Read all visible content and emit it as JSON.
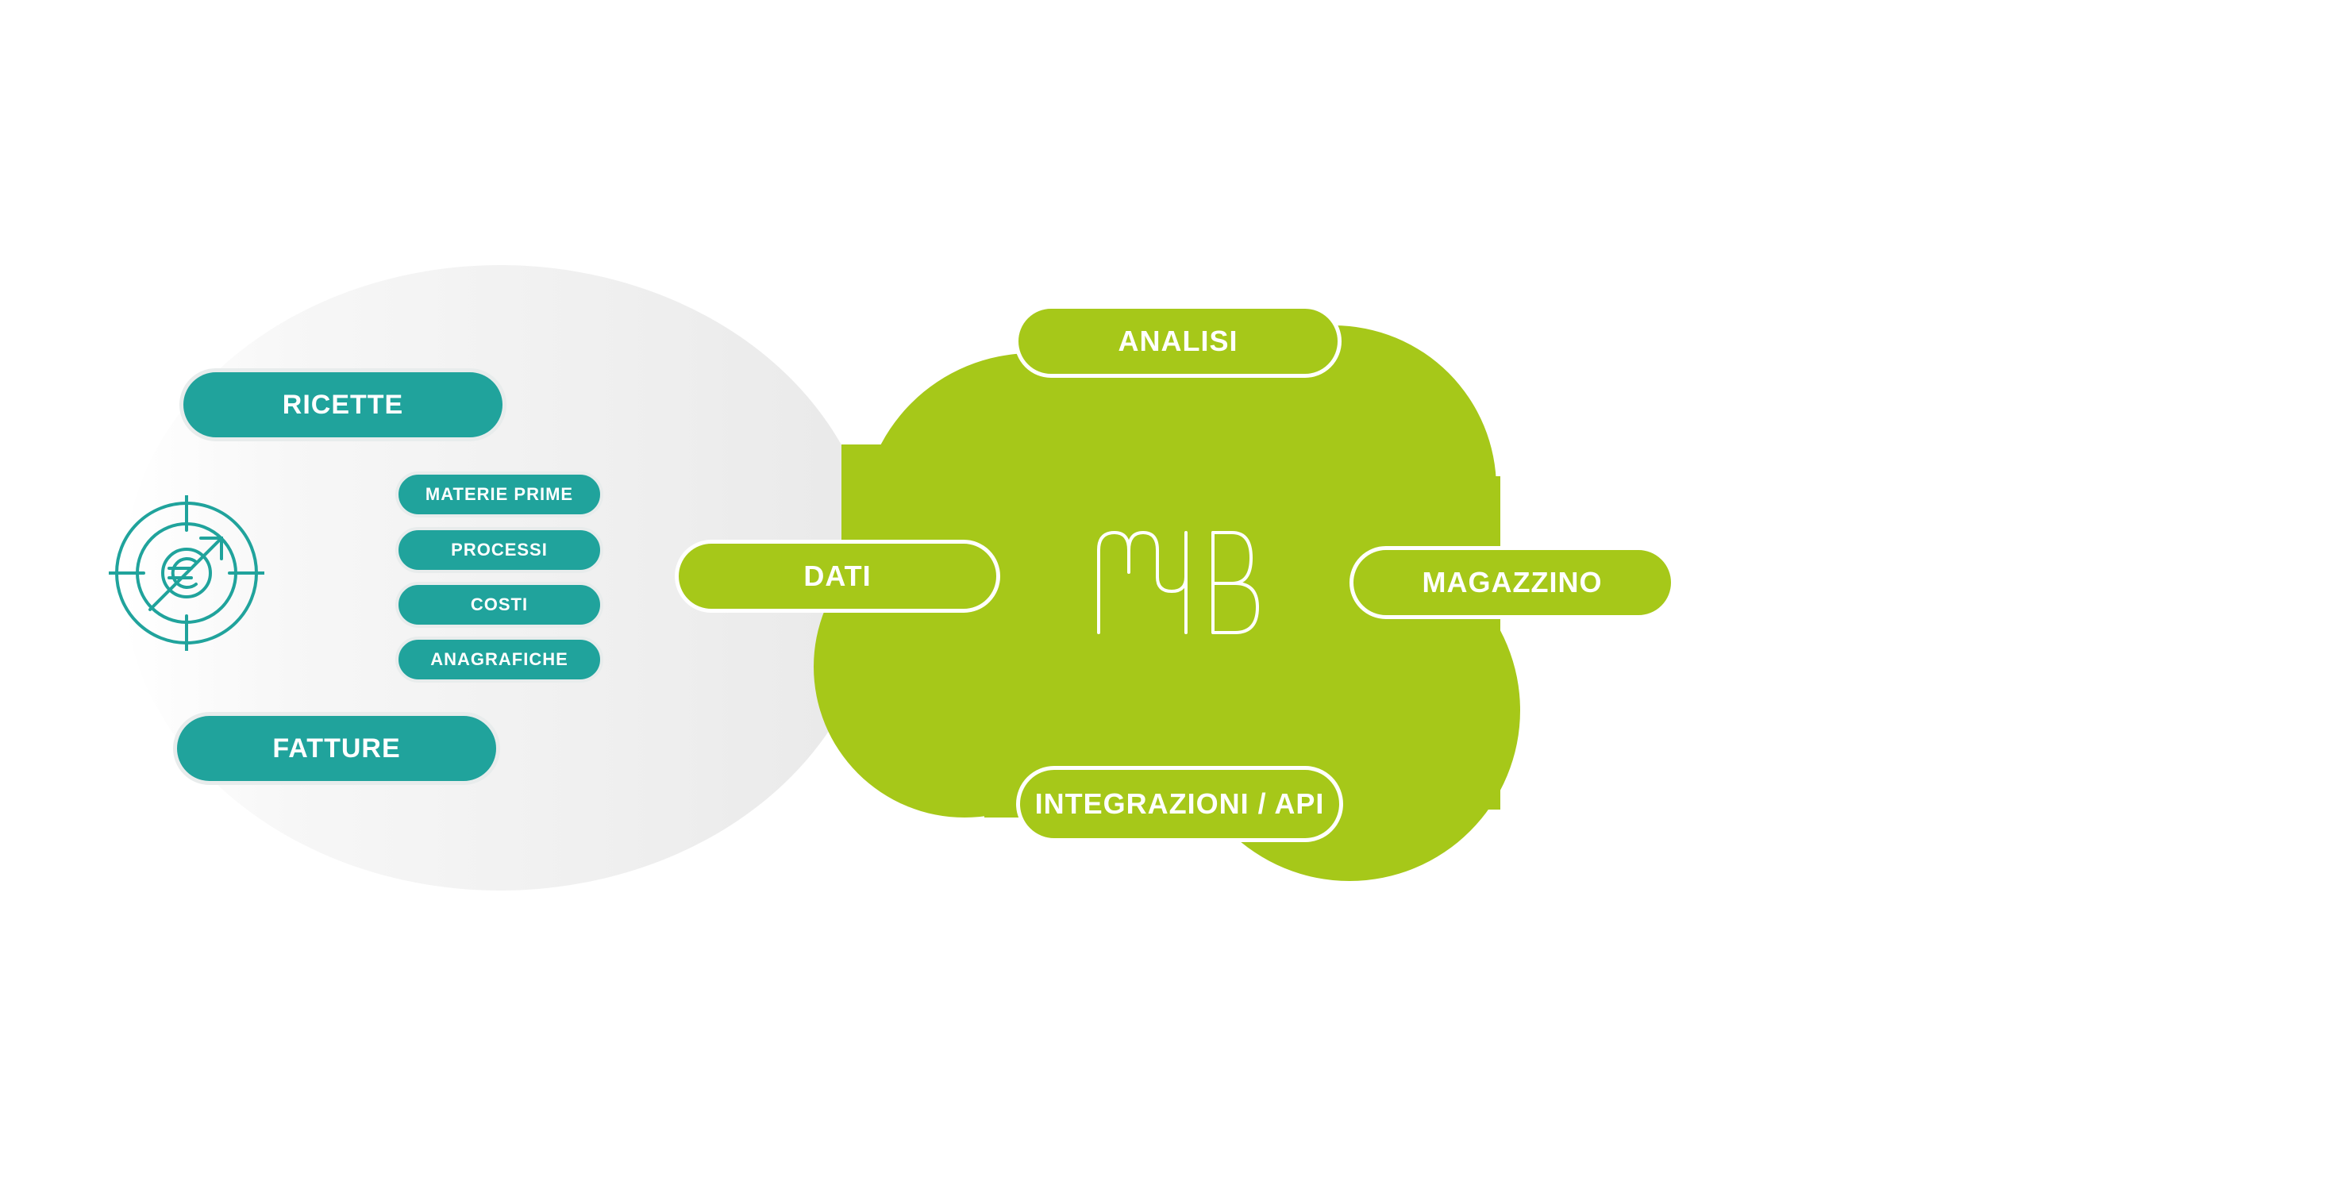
{
  "colors": {
    "teal": "#20a39c",
    "green": "#a6c819",
    "oval_light": "#f4f4f4",
    "oval_dark": "#e9e9e9",
    "white": "#ffffff"
  },
  "sources": {
    "main_items": [
      "RICETTE",
      "FATTURE"
    ],
    "sub_items": [
      "MATERIE PRIME",
      "PROCESSI",
      "COSTI",
      "ANAGRAFICHE"
    ],
    "icon": "target-euro-icon"
  },
  "hub": {
    "logo": "MyB",
    "modules": {
      "top": "ANALISI",
      "left": "DATI",
      "right": "MAGAZZINO",
      "bottom": "INTEGRAZIONI / API"
    }
  }
}
